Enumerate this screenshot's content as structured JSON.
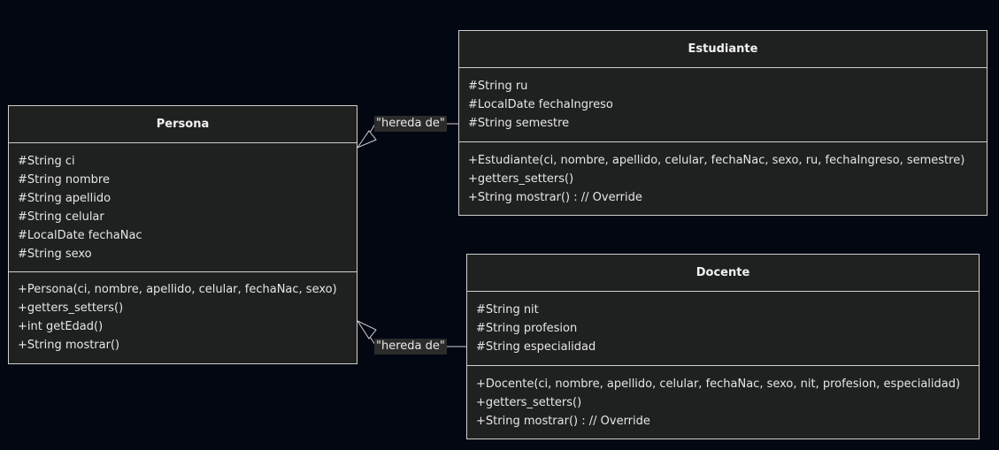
{
  "classes": {
    "persona": {
      "name": "Persona",
      "attributes": [
        "#String ci",
        "#String nombre",
        "#String apellido",
        "#String celular",
        "#LocalDate fechaNac",
        "#String sexo"
      ],
      "methods": [
        "+Persona(ci, nombre, apellido, celular, fechaNac, sexo)",
        "+getters_setters()",
        "+int getEdad()",
        "+String mostrar()"
      ]
    },
    "estudiante": {
      "name": "Estudiante",
      "attributes": [
        "#String ru",
        "#LocalDate fechaIngreso",
        "#String semestre"
      ],
      "methods": [
        "+Estudiante(ci, nombre, apellido, celular, fechaNac, sexo, ru, fechaIngreso, semestre)",
        "+getters_setters()",
        "+String mostrar() : // Override"
      ]
    },
    "docente": {
      "name": "Docente",
      "attributes": [
        "#String nit",
        "#String profesion",
        "#String especialidad"
      ],
      "methods": [
        "+Docente(ci, nombre, apellido, celular, fechaNac, sexo, nit, profesion, especialidad)",
        "+getters_setters()",
        "+String mostrar() : // Override"
      ]
    }
  },
  "relations": [
    {
      "from": "Estudiante",
      "to": "Persona",
      "type": "inheritance",
      "label": "\"hereda de\""
    },
    {
      "from": "Docente",
      "to": "Persona",
      "type": "inheritance",
      "label": "\"hereda de\""
    }
  ],
  "colors": {
    "background": "#020712",
    "box_fill": "#1f2020",
    "box_border": "#cfcfcf",
    "text": "#e6e6e6"
  }
}
